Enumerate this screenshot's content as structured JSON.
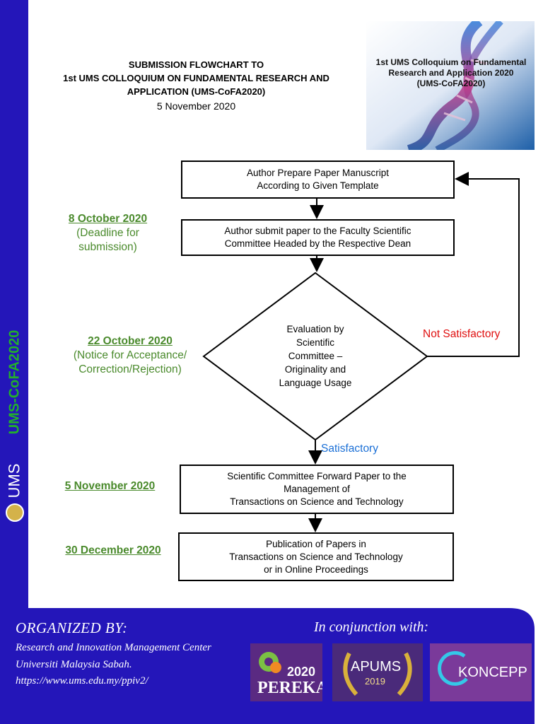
{
  "header": {
    "title_line1": "SUBMISSION FLOWCHART TO",
    "title_line2": "1st UMS COLLOQUIUM ON FUNDAMENTAL RESEARCH AND",
    "title_line3": "APPLICATION (UMS-CoFA2020)",
    "date": "5 November 2020"
  },
  "banner": {
    "line1": "1st UMS Colloquium on Fundamental",
    "line2": "Research and  Application 2020",
    "line3": "(UMS-CoFA2020)"
  },
  "sidebar": {
    "vertical_title": "UMS-CoFA2020",
    "logo_text": "UMS"
  },
  "flow": {
    "step1": "Author Prepare Paper Manuscript\nAccording to Given Template",
    "step2": "Author submit paper to the Faculty Scientific\nCommittee Headed by the Respective Dean",
    "decision": "Evaluation by Scientific Committee – Originality and Language Usage",
    "decision_lines": [
      "Evaluation by",
      "Scientific",
      "Committee –",
      "Originality and",
      "Language Usage"
    ],
    "step3": "Scientific Committee Forward Paper to the\nManagement of\nTransactions on Science and Technology",
    "step4": "Publication of Papers in\nTransactions on Science and Technology\nor in Online Proceedings",
    "not_satisfactory": "Not Satisfactory",
    "satisfactory": "Satisfactory"
  },
  "dates": {
    "date1": "8 October 2020",
    "note1a": "(Deadline for",
    "note1b": "submission)",
    "date2": "22 October 2020",
    "note2a": "(Notice for Acceptance/",
    "note2b": "Correction/Rejection)",
    "date3": "5 November 2020",
    "date4": "30 December 2020"
  },
  "footer": {
    "organized_by": "ORGANIZED BY:",
    "org_line1": "Research and Innovation Management Center",
    "org_line2": "Universiti Malaysia Sabah.",
    "org_line3": "https://www.ums.edu.my/ppiv2/",
    "in_conjunction": "In conjunction with:",
    "logo1_year": "2020",
    "logo1_name": "PEREKA",
    "logo2_name": "APUMS",
    "logo2_year": "2019",
    "logo3_name": "KONCEPP"
  },
  "colors": {
    "brand_blue": "#2416b9",
    "date_green": "#4a8a2c",
    "not_satisfactory_red": "#e01010",
    "satisfactory_blue": "#1a6fd6"
  }
}
